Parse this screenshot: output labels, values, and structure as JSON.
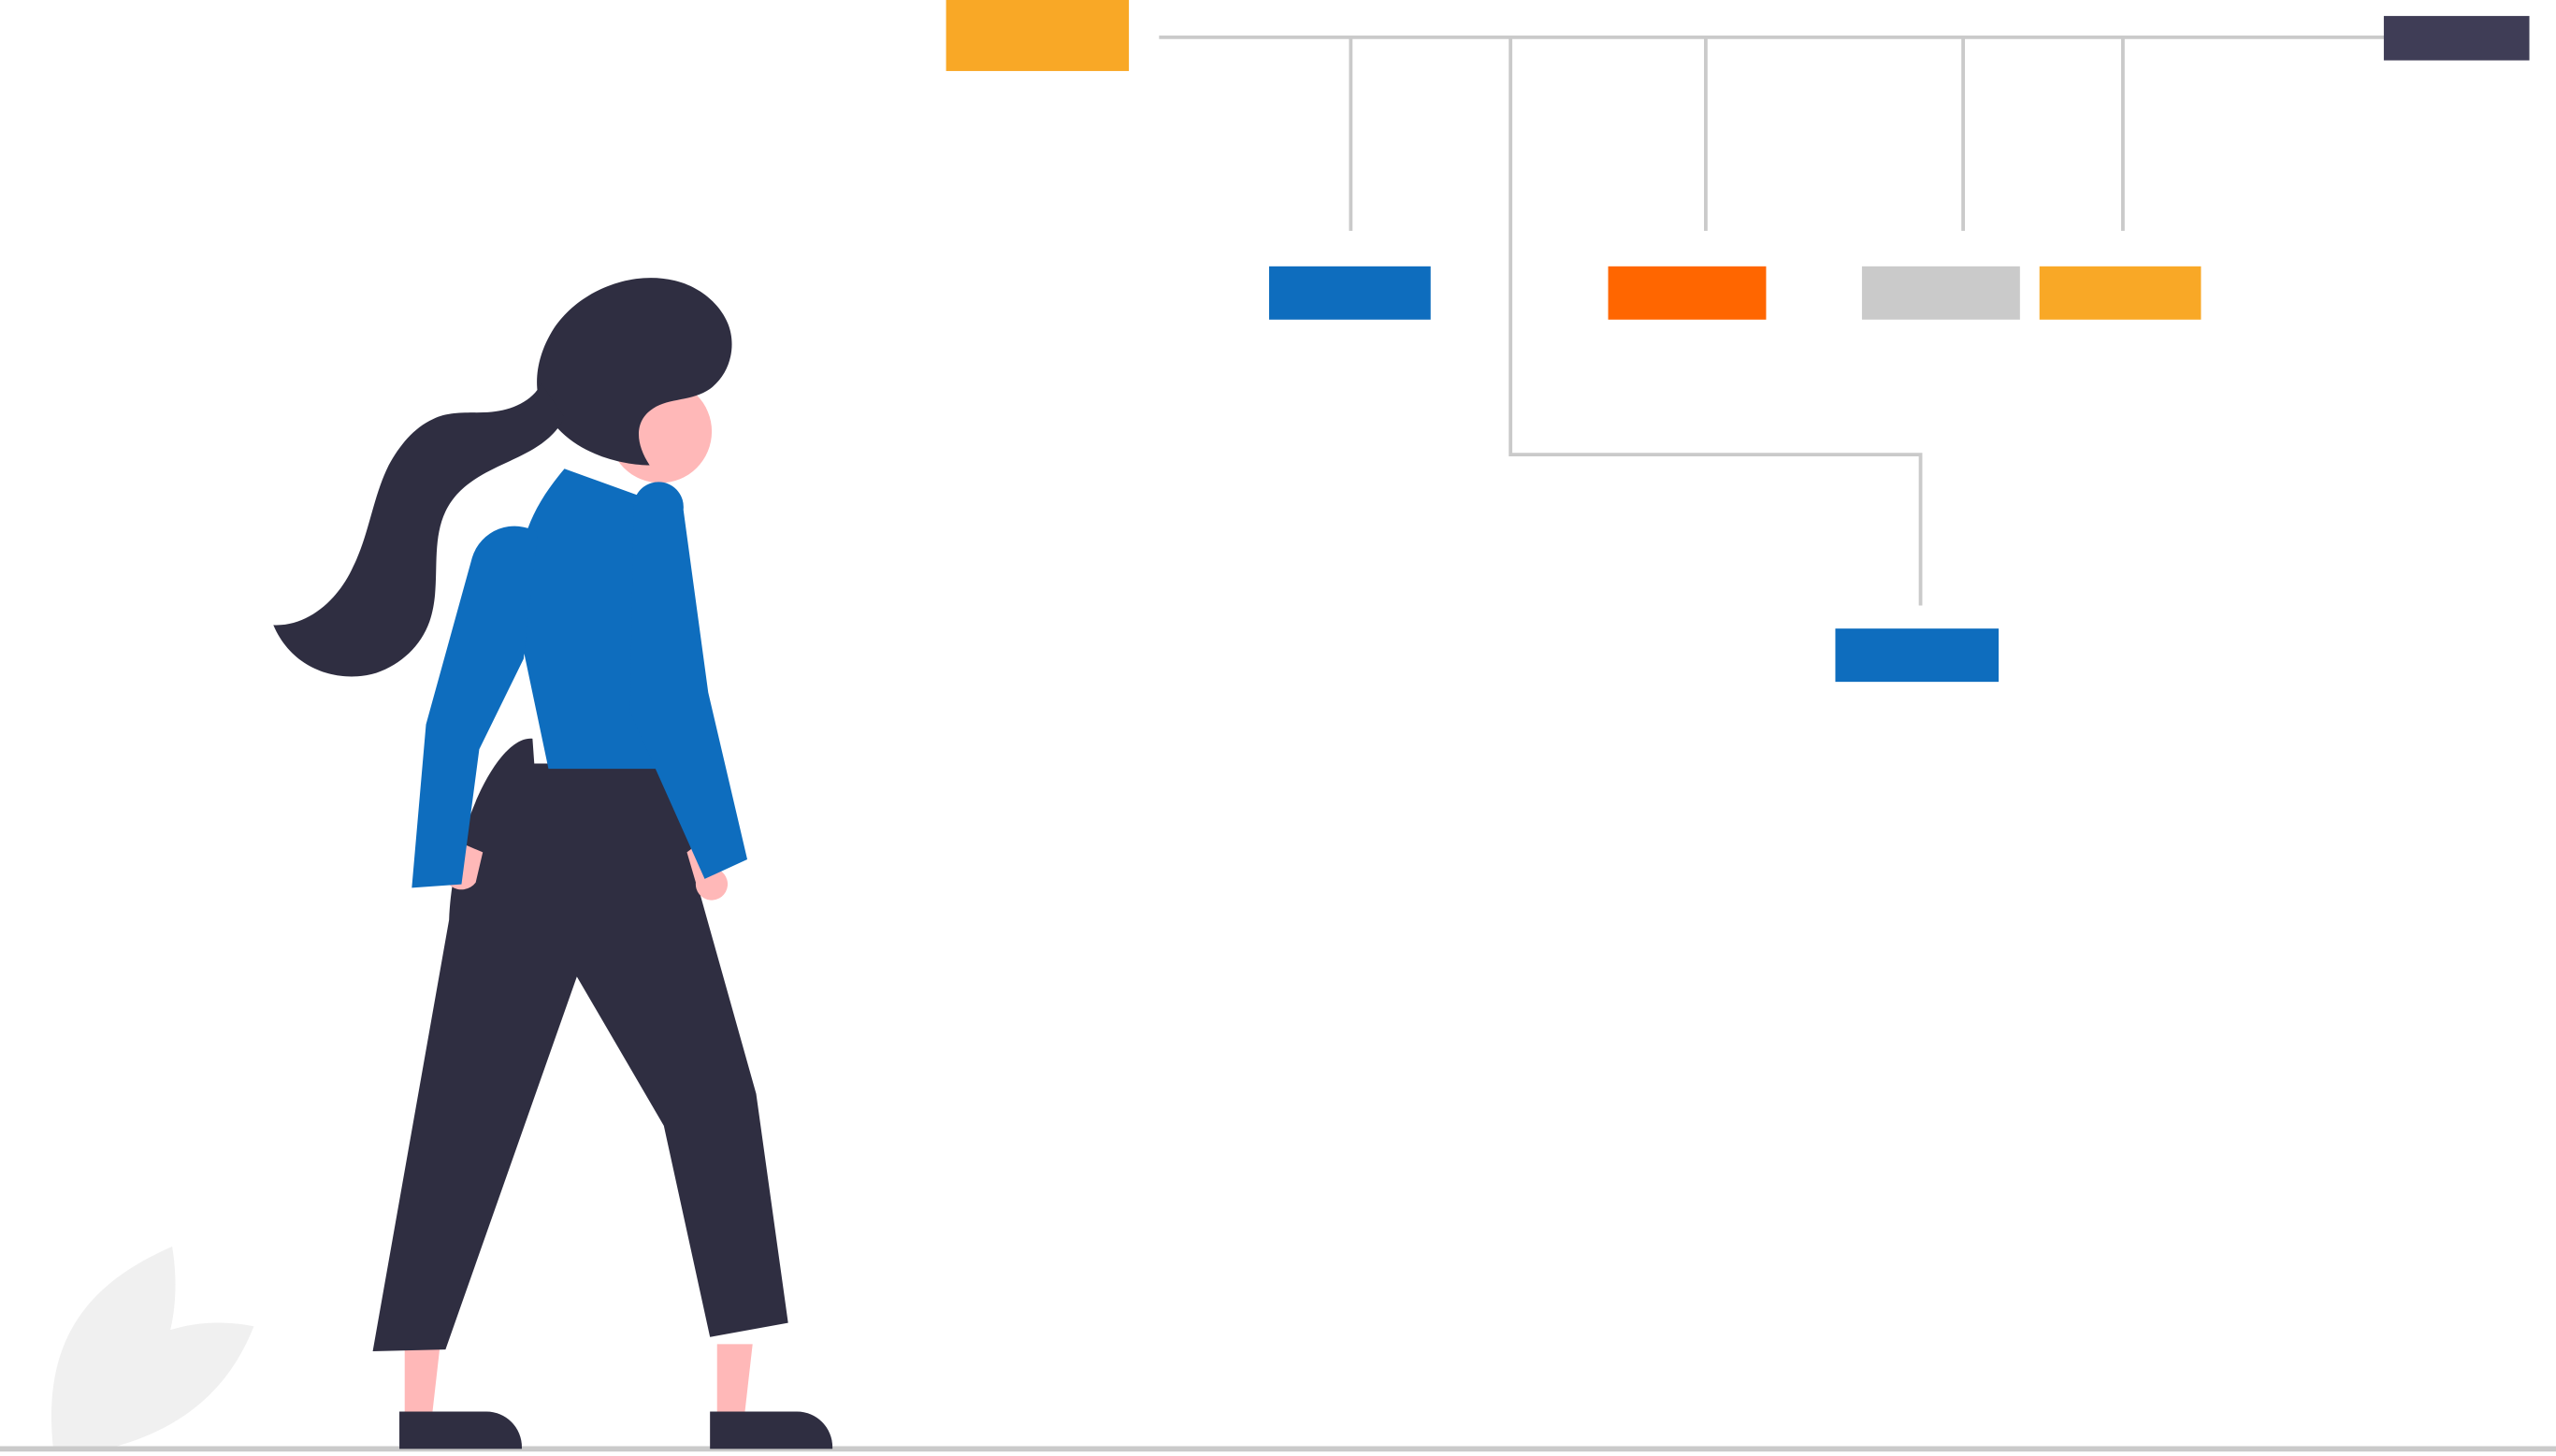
{
  "colors": {
    "accent_orange": "#f9a826",
    "dark_box": "#3f3d56",
    "blue": "#0e6dbe",
    "red_orange": "#ff6600",
    "grey_box": "#cacaca",
    "line": "#cacaca",
    "skin": "#ffb8b8",
    "hair_pants": "#2f2e41",
    "plant": "#f0f0f0"
  },
  "illustration": {
    "subject": "woman-standing-next-to-hierarchy-diagram",
    "org_chart_levels": 3,
    "child_nodes": 5
  }
}
